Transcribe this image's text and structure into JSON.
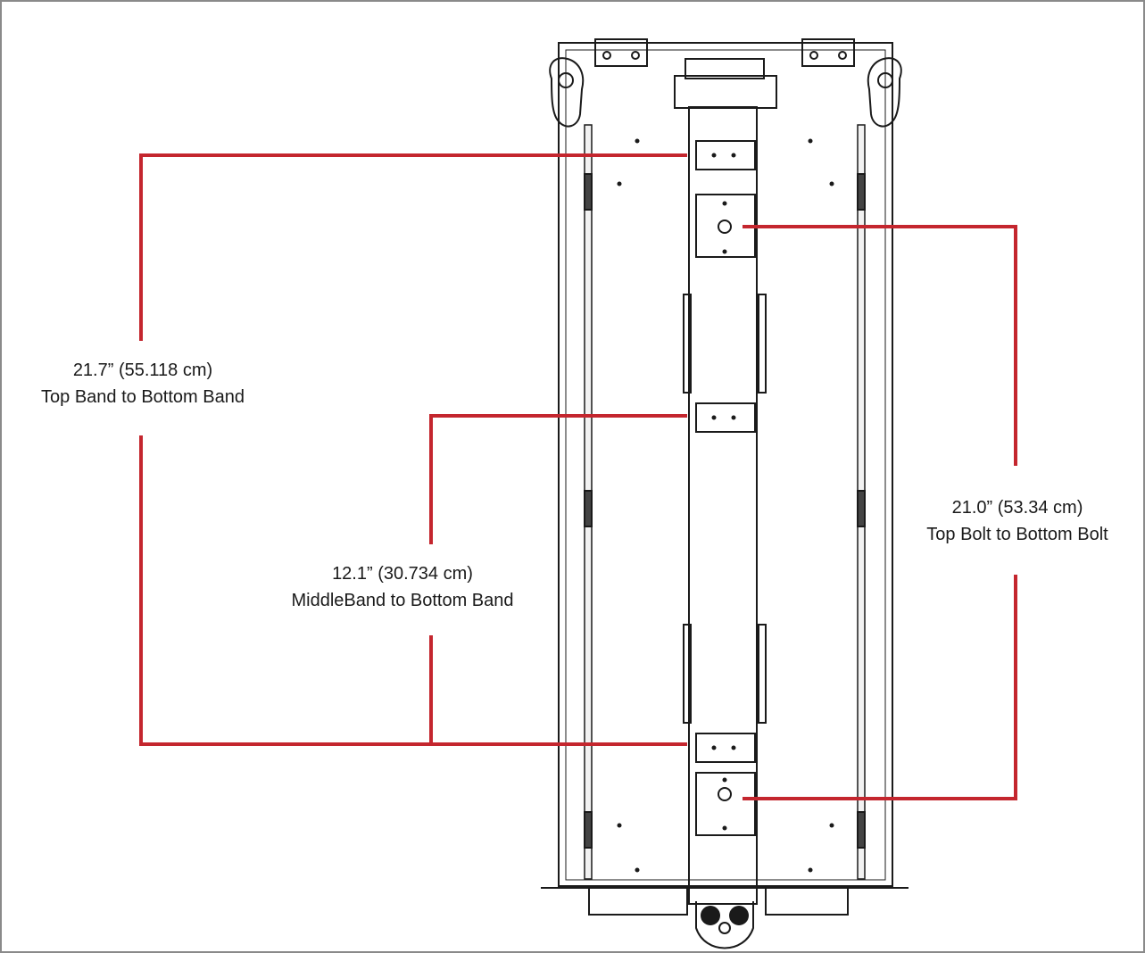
{
  "colors": {
    "dimension_line": "#c4262e",
    "outline": "#1a1a1a",
    "frame_border": "#8a8a8a"
  },
  "annotations": {
    "top_to_bottom_band": {
      "measurement": "21.7” (55.118 cm)",
      "description": "Top Band to Bottom Band"
    },
    "middle_to_bottom_band": {
      "measurement": "12.1” (30.734 cm)",
      "description": "MiddleBand to Bottom Band"
    },
    "top_to_bottom_bolt": {
      "measurement": "21.0” (53.34 cm)",
      "description": "Top Bolt to Bottom Bolt"
    }
  }
}
